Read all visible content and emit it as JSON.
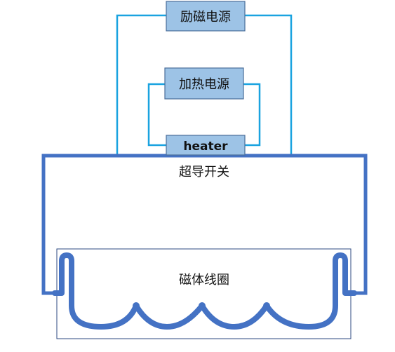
{
  "labels": {
    "excitation_supply": "励磁电源",
    "heating_supply": "加热电源",
    "heater": "heater",
    "superconducting_switch": "超导开关",
    "magnet_coil": "磁体线圈"
  },
  "colors": {
    "box_fill": "#9dc3e6",
    "box_stroke": "#4a6d9a",
    "wire_light": "#1aa3e0",
    "loop_blue": "#4472c4",
    "coil_border": "#2e4a80"
  }
}
